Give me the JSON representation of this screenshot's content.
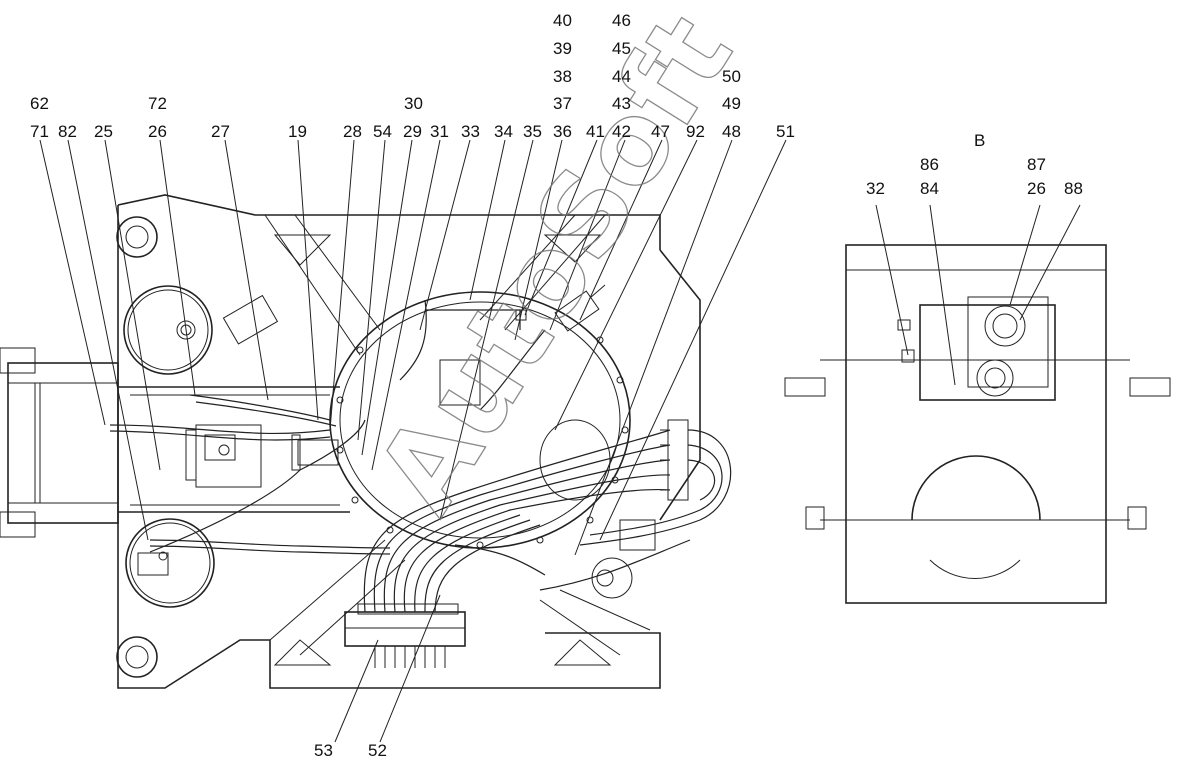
{
  "callouts": {
    "c40": "40",
    "c46": "46",
    "c39": "39",
    "c45": "45",
    "c38": "38",
    "c44": "44",
    "c50": "50",
    "c62": "62",
    "c72": "72",
    "c30": "30",
    "c37": "37",
    "c43": "43",
    "c49": "49",
    "c71": "71",
    "c82": "82",
    "c25": "25",
    "c26": "26",
    "c27": "27",
    "c19": "19",
    "c28": "28",
    "c54": "54",
    "c29": "29",
    "c31": "31",
    "c33": "33",
    "c34": "34",
    "c35": "35",
    "c36": "36",
    "c41": "41",
    "c42": "42",
    "c47": "47",
    "c92": "92",
    "c48": "48",
    "c51": "51",
    "c53": "53",
    "c52": "52"
  },
  "view_b": {
    "title": "B",
    "c86": "86",
    "c87": "87",
    "c32": "32",
    "c84": "84",
    "c26": "26",
    "c88": "88"
  },
  "watermark": "AutoSoft"
}
